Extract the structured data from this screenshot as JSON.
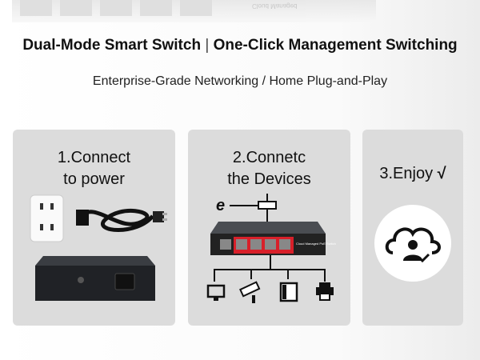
{
  "header": {
    "title_left": "Dual-Mode Smart Switch",
    "title_right": "One-Click Management Switching",
    "subtitle": "Enterprise-Grade Networking / Home Plug-and-Play",
    "background_label": "Cloud Managed"
  },
  "steps": [
    {
      "line1": "1.Connect",
      "line2": "to power",
      "icons": [
        "wall-outlet-icon",
        "power-cable-icon",
        "switch-rear-power-port"
      ]
    },
    {
      "line1": "2.Connetc",
      "line2": "the Devices",
      "icons": [
        "browser-icon",
        "router-icon",
        "poe-switch",
        "monitor-icon",
        "camera-icon",
        "phone-icon",
        "printer-icon"
      ],
      "switch_label": "Cloud Managed PoE Switch"
    },
    {
      "line1": "3.Enjoy",
      "check": "√",
      "icons": [
        "cloud-user-icon"
      ]
    }
  ],
  "colors": {
    "card": "#dcdcdc",
    "switch_red": "#d8202a",
    "text": "#111111"
  }
}
